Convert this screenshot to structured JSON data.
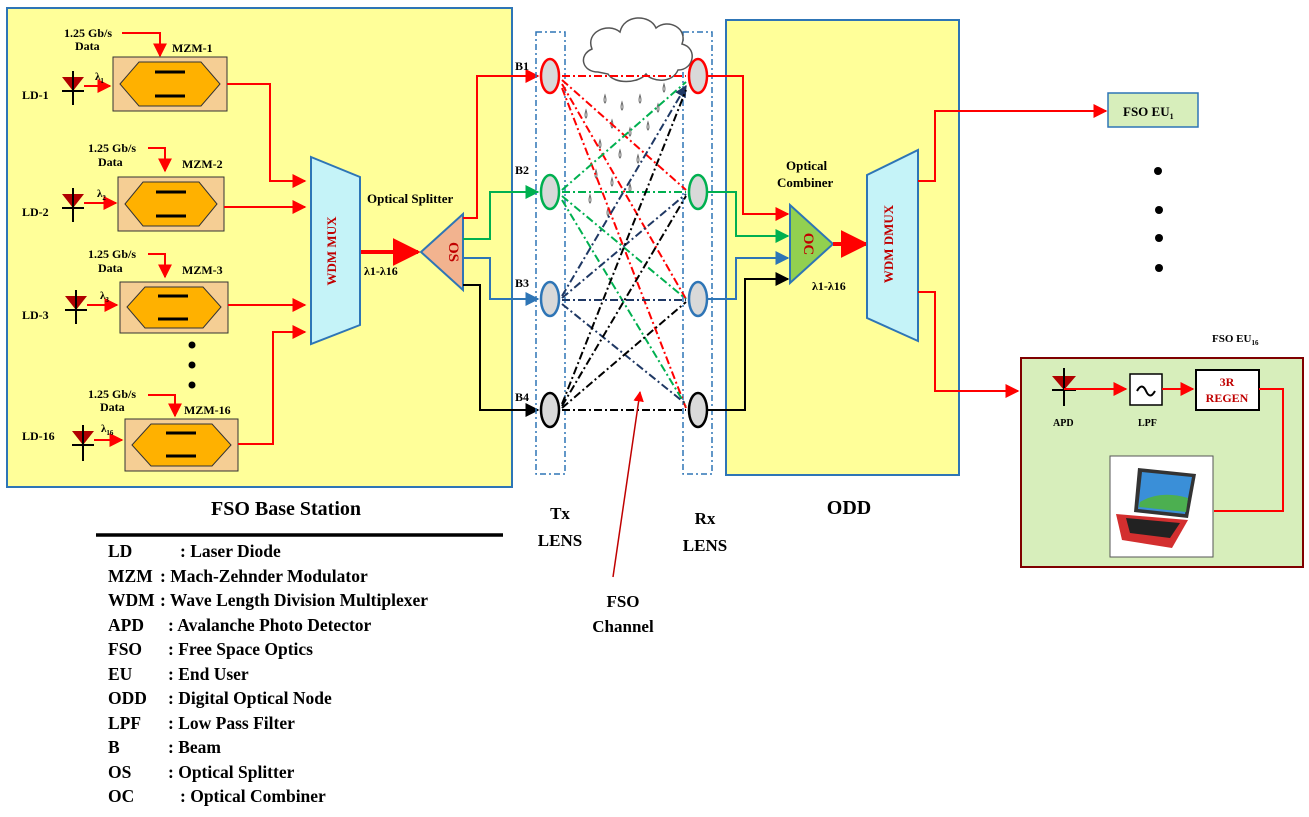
{
  "base_station": {
    "title": "FSO Base Station",
    "data_rate": "1.25 Gb/s",
    "data_label": "Data",
    "channels": [
      {
        "ld": "LD-1",
        "mzm": "MZM-1",
        "lambda": "λ",
        "lambda_sub": "1"
      },
      {
        "ld": "LD-2",
        "mzm": "MZM-2",
        "lambda": "λ",
        "lambda_sub": "2"
      },
      {
        "ld": "LD-3",
        "mzm": "MZM-3",
        "lambda": "λ",
        "lambda_sub": "3"
      },
      {
        "ld": "LD-16",
        "mzm": "MZM-16",
        "lambda": "λ",
        "lambda_sub": "16"
      }
    ],
    "mux_label": "WDM MUX",
    "wavelength_range": "λ1-λ16",
    "splitter_title": "Optical Splitter",
    "splitter_label": "OS"
  },
  "channel": {
    "beams": [
      "B1",
      "B2",
      "B3",
      "B4"
    ],
    "tx_label": [
      "Tx",
      "LENS"
    ],
    "rx_label": [
      "Rx",
      "LENS"
    ],
    "fso_label": [
      "FSO",
      "Channel"
    ]
  },
  "odd": {
    "title": "ODD",
    "combiner_title": [
      "Optical",
      "Combiner"
    ],
    "combiner_label": "OC",
    "wavelength_range": "λ1-λ16",
    "dmux_label": "WDM DMUX"
  },
  "end_users": {
    "eu1_label": "FSO  EU",
    "eu1_sub": "1",
    "eu16_label": "FSO  EU",
    "eu16_sub": "16",
    "apd": "APD",
    "lpf": "LPF",
    "regen": [
      "3R",
      "REGEN"
    ]
  },
  "legend": [
    {
      "key": "LD",
      "desc": ": Laser Diode"
    },
    {
      "key": "MZM",
      "desc": ": Mach-Zehnder Modulator"
    },
    {
      "key": "WDM",
      "desc": ": Wave Length Division Multiplexer"
    },
    {
      "key": "APD",
      "desc": ": Avalanche Photo Detector"
    },
    {
      "key": "FSO",
      "desc": ": Free Space Optics"
    },
    {
      "key": "EU",
      "desc": ": End User"
    },
    {
      "key": "ODD",
      "desc": ": Digital Optical Node"
    },
    {
      "key": "LPF",
      "desc": ": Low Pass Filter"
    },
    {
      "key": "B",
      "desc": ": Beam"
    },
    {
      "key": "OS",
      "desc": ": Optical Splitter"
    },
    {
      "key": "OC",
      "desc": ": Optical Combiner"
    }
  ],
  "colors": {
    "panel_fill": "#ffff99",
    "panel_border": "#2e75b6",
    "signal_red": "#ff0000",
    "beam_green": "#00b050",
    "beam_blue": "#2e75b6",
    "mux_fill": "#c5f3f8",
    "modulator_fill": "#f5ce94",
    "eu_fill": "#d7eebb",
    "eu_border": "#7f0000"
  }
}
